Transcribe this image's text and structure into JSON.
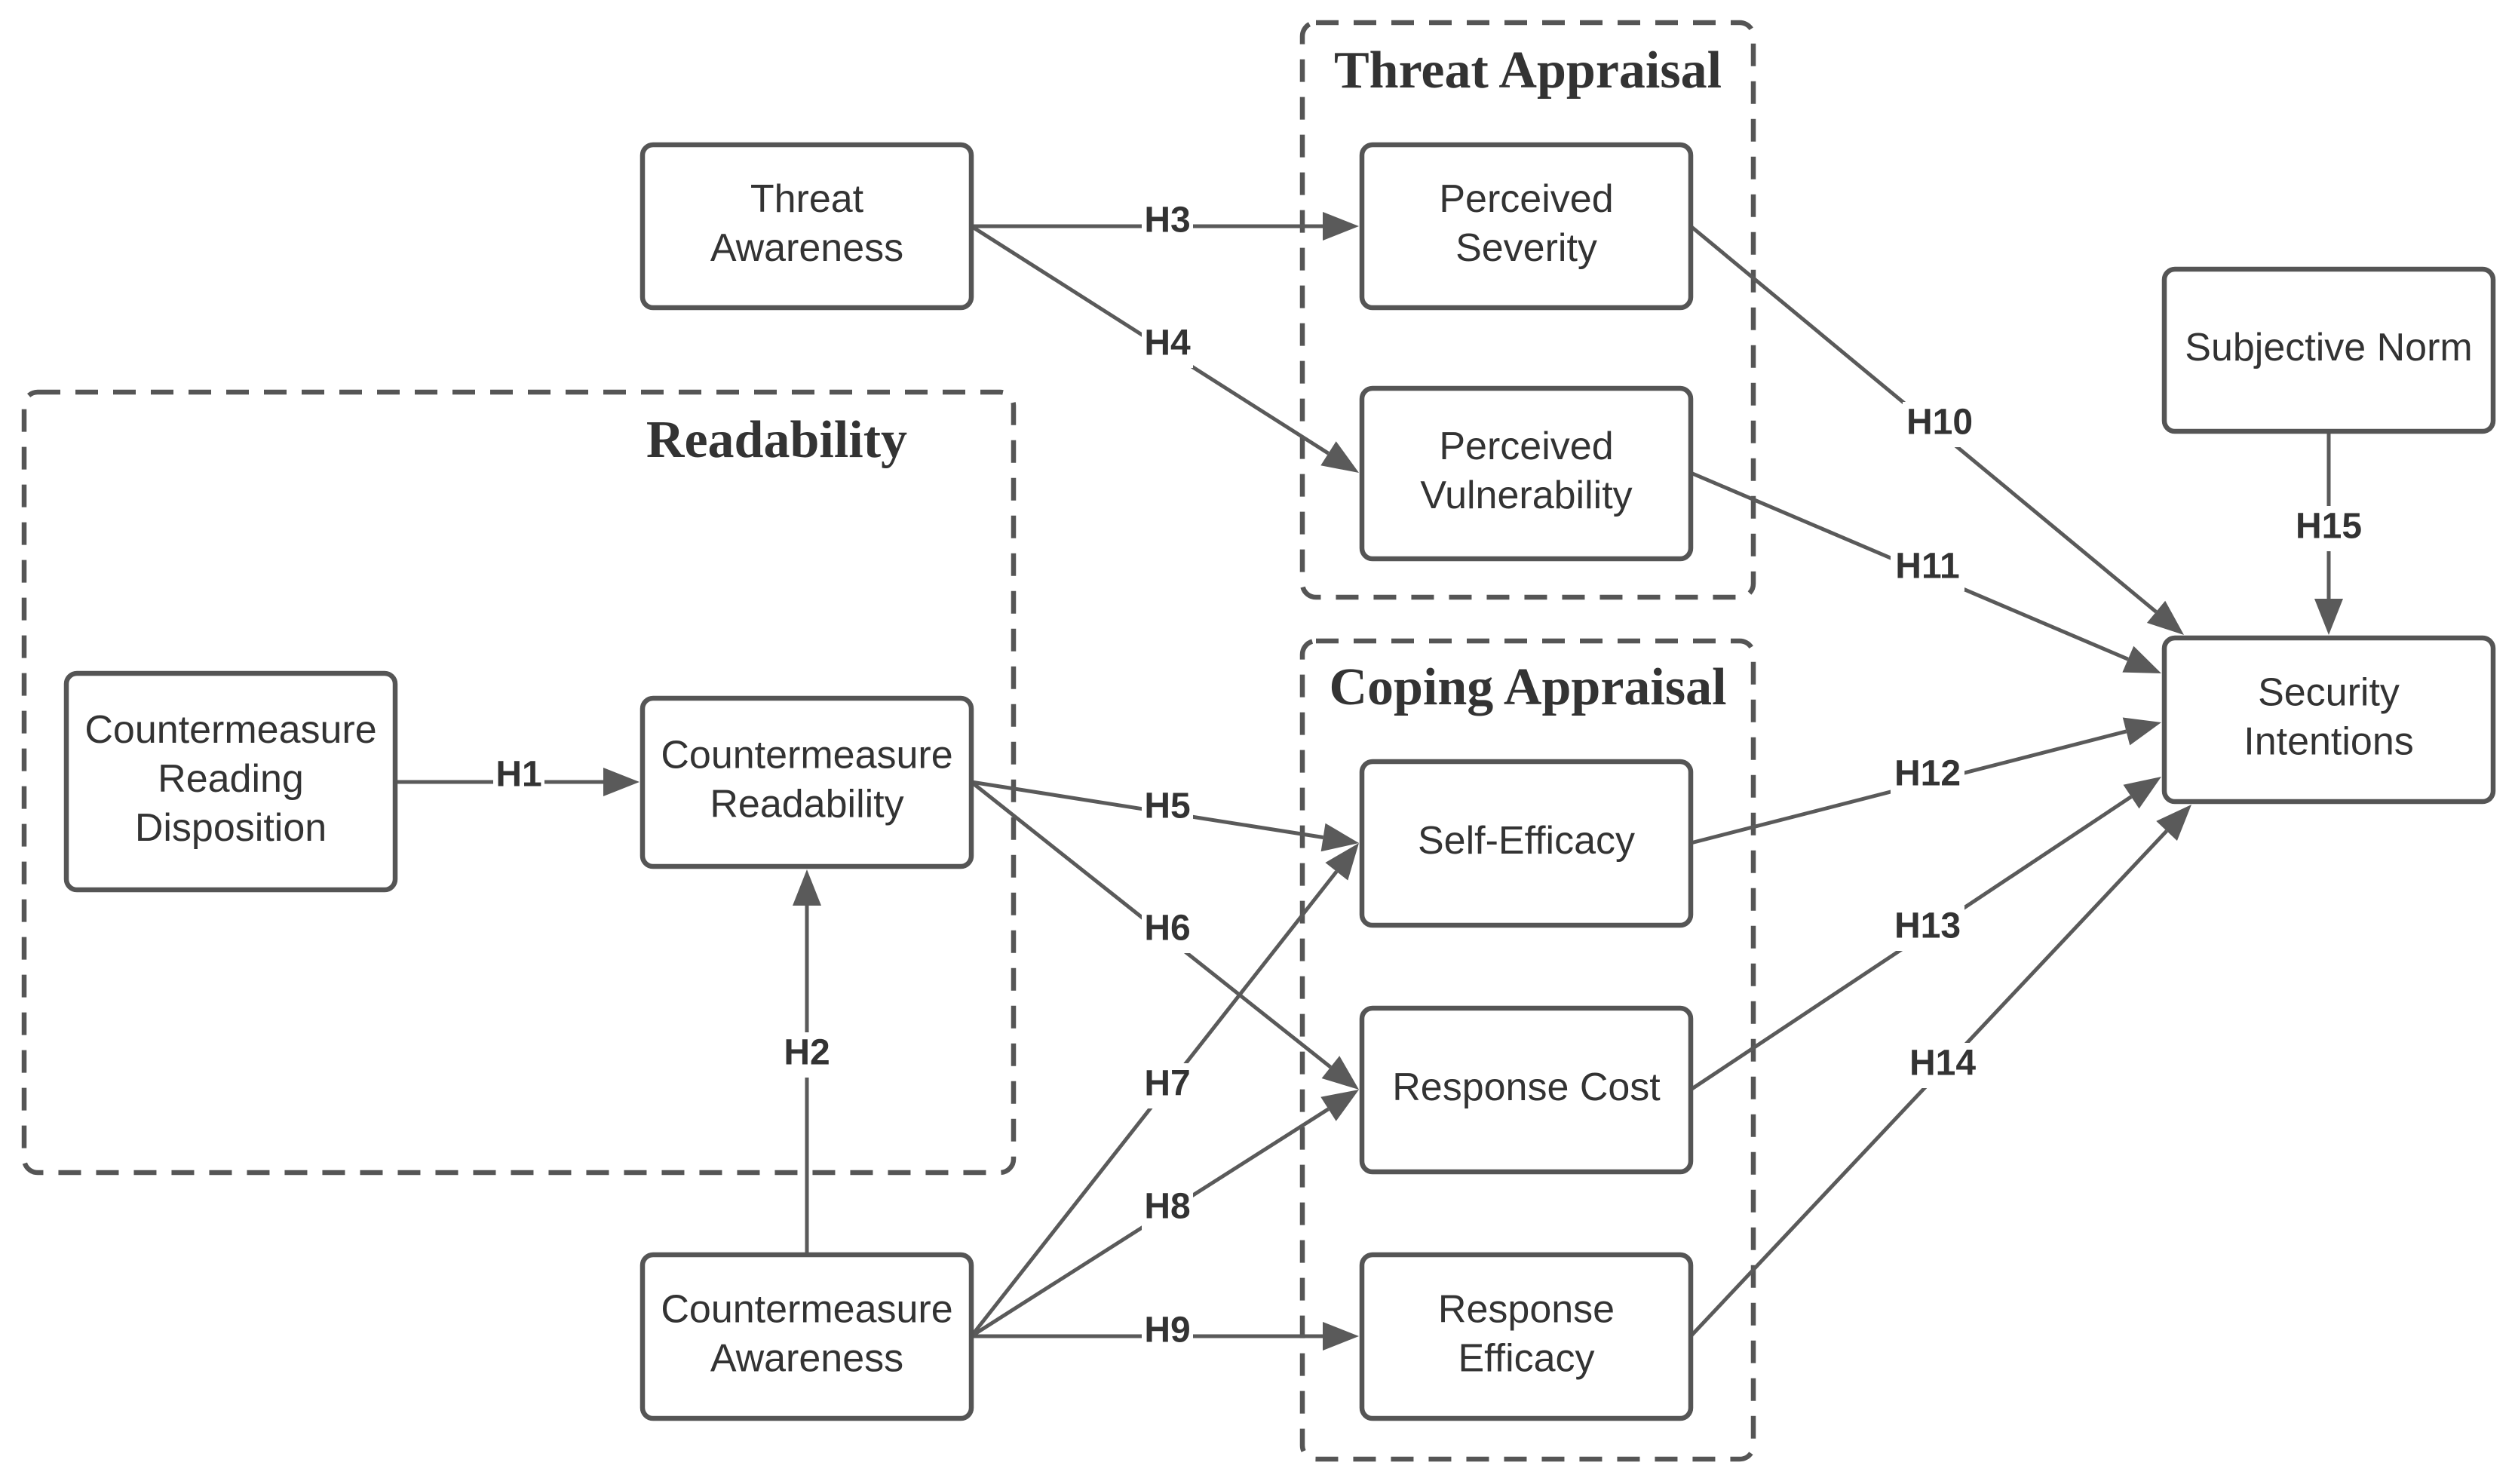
{
  "colors": {
    "stroke": "#555555",
    "text": "#333333",
    "background": "#ffffff"
  },
  "groups": {
    "threat_appraisal": {
      "title": "Threat Appraisal"
    },
    "coping_appraisal": {
      "title": "Coping Appraisal"
    },
    "readability": {
      "title": "Readability"
    }
  },
  "nodes": {
    "threat_awareness": {
      "lines": [
        "Threat",
        "Awareness"
      ]
    },
    "perceived_severity": {
      "lines": [
        "Perceived",
        "Severity"
      ]
    },
    "perceived_vulnerability": {
      "lines": [
        "Perceived",
        "Vulnerability"
      ]
    },
    "subjective_norm": {
      "lines": [
        "Subjective Norm"
      ]
    },
    "countermeasure_reading_disposition": {
      "lines": [
        "Countermeasure",
        "Reading",
        "Disposition"
      ]
    },
    "countermeasure_readability": {
      "lines": [
        "Countermeasure",
        "Readability"
      ]
    },
    "self_efficacy": {
      "lines": [
        "Self-Efficacy"
      ]
    },
    "response_cost": {
      "lines": [
        "Response Cost"
      ]
    },
    "countermeasure_awareness": {
      "lines": [
        "Countermeasure",
        "Awareness"
      ]
    },
    "response_efficacy": {
      "lines": [
        "Response",
        "Efficacy"
      ]
    },
    "security_intentions": {
      "lines": [
        "Security",
        "Intentions"
      ]
    }
  },
  "edges": [
    {
      "id": "h1",
      "label": "H1",
      "from": "countermeasure_reading_disposition",
      "to": "countermeasure_readability"
    },
    {
      "id": "h2",
      "label": "H2",
      "from": "countermeasure_awareness",
      "to": "countermeasure_readability"
    },
    {
      "id": "h3",
      "label": "H3",
      "from": "threat_awareness",
      "to": "perceived_severity"
    },
    {
      "id": "h4",
      "label": "H4",
      "from": "threat_awareness",
      "to": "perceived_vulnerability"
    },
    {
      "id": "h5",
      "label": "H5",
      "from": "countermeasure_readability",
      "to": "self_efficacy"
    },
    {
      "id": "h6",
      "label": "H6",
      "from": "countermeasure_readability",
      "to": "response_cost"
    },
    {
      "id": "h7",
      "label": "H7",
      "from": "countermeasure_awareness",
      "to": "self_efficacy"
    },
    {
      "id": "h8",
      "label": "H8",
      "from": "countermeasure_awareness",
      "to": "response_cost"
    },
    {
      "id": "h9",
      "label": "H9",
      "from": "countermeasure_awareness",
      "to": "response_efficacy"
    },
    {
      "id": "h10",
      "label": "H10",
      "from": "perceived_severity",
      "to": "security_intentions"
    },
    {
      "id": "h11",
      "label": "H11",
      "from": "perceived_vulnerability",
      "to": "security_intentions"
    },
    {
      "id": "h12",
      "label": "H12",
      "from": "self_efficacy",
      "to": "security_intentions"
    },
    {
      "id": "h13",
      "label": "H13",
      "from": "response_cost",
      "to": "security_intentions"
    },
    {
      "id": "h14",
      "label": "H14",
      "from": "response_efficacy",
      "to": "security_intentions"
    },
    {
      "id": "h15",
      "label": "H15",
      "from": "subjective_norm",
      "to": "security_intentions"
    }
  ]
}
